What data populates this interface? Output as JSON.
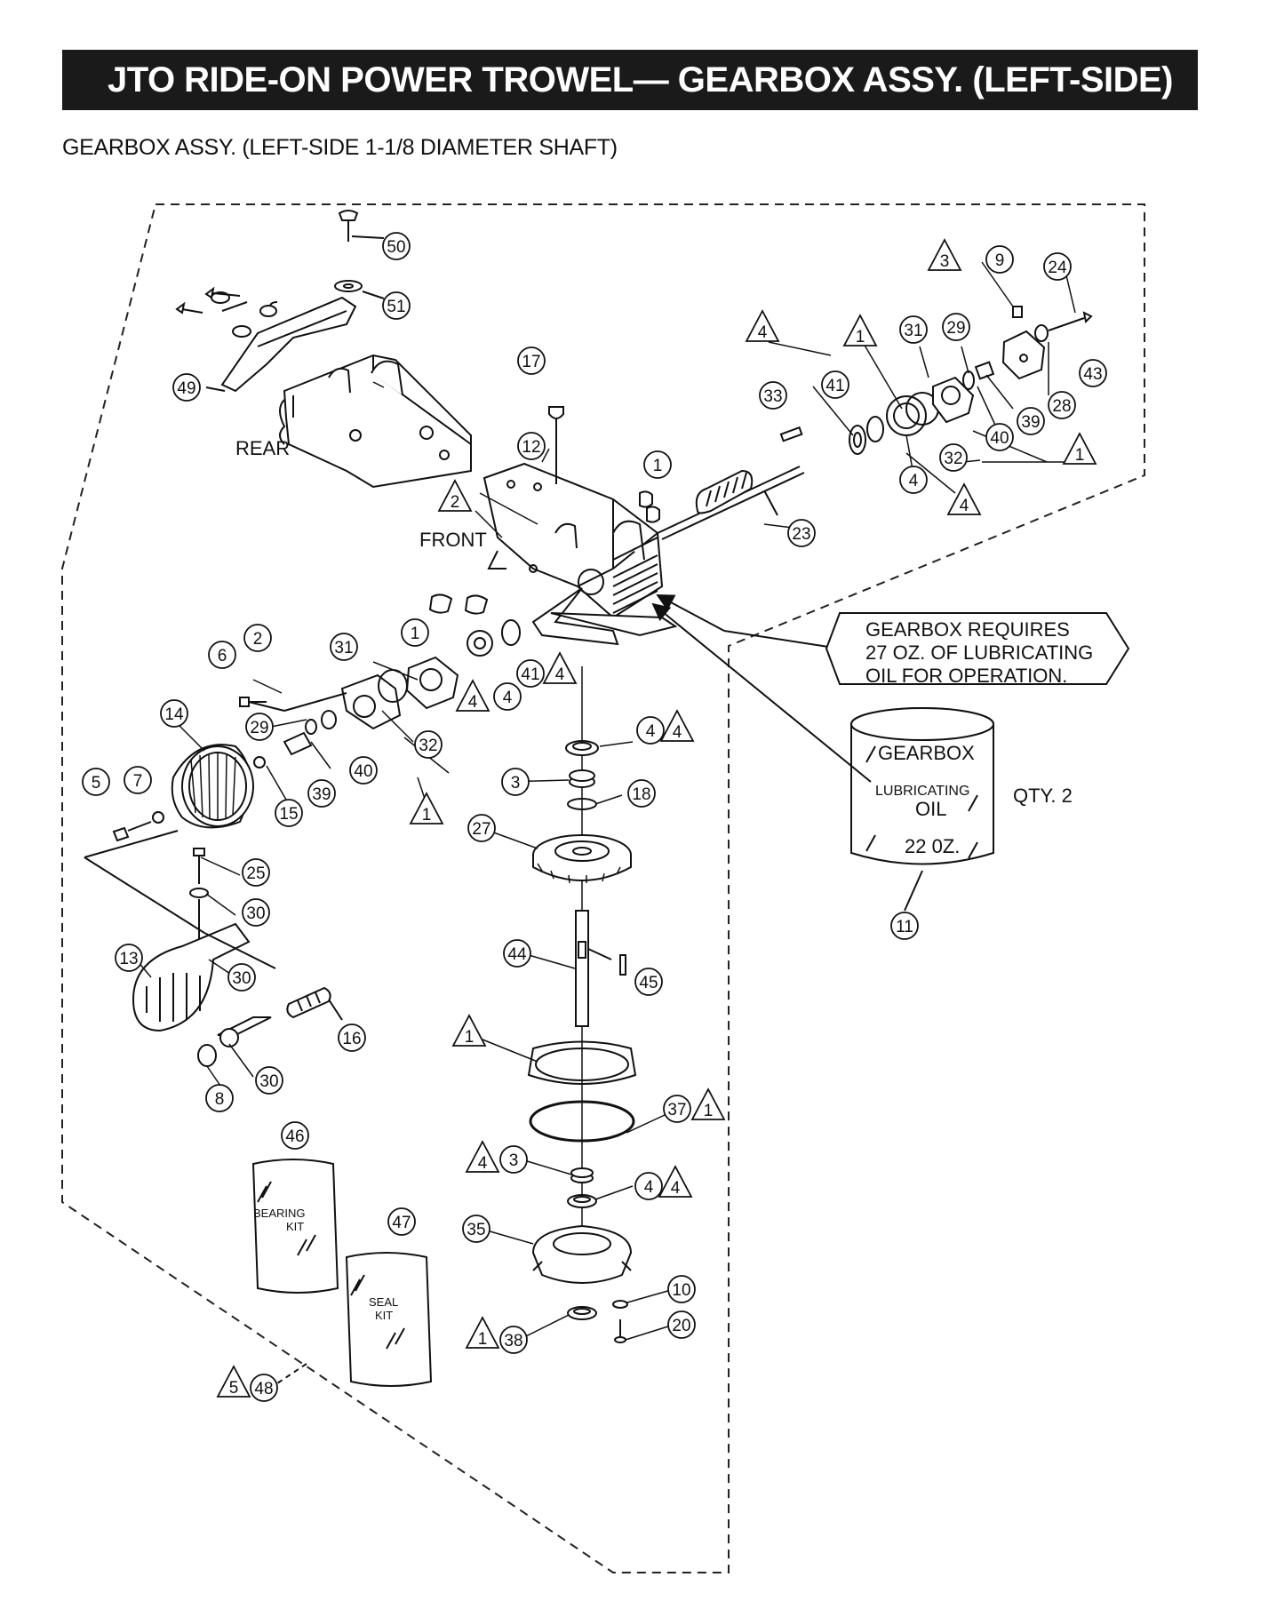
{
  "title": "JTO RIDE-ON POWER TROWEL— GEARBOX  ASSY.  (LEFT-SIDE)",
  "subtitle": "GEARBOX ASSY. (LEFT-SIDE 1-1/8 DIAMETER SHAFT)",
  "labels": {
    "rear": "REAR",
    "front": "FRONT",
    "callout_line1": "GEARBOX REQUIRES",
    "callout_line2": "27 OZ. OF LUBRICATING",
    "callout_line3": "OIL FOR OPERATION.",
    "can_line1": "GEARBOX",
    "can_line2": "LUBRICATING",
    "can_line3": "OIL",
    "can_line4": "22 0Z.",
    "qty": "QTY. 2",
    "bearing_kit_1": "BEARING",
    "bearing_kit_2": "KIT",
    "seal_kit_1": "SEAL",
    "seal_kit_2": "KIT"
  },
  "part_numbers": [
    "50",
    "51",
    "49",
    "17",
    "12",
    "1",
    "9",
    "24",
    "3",
    "31",
    "29",
    "4",
    "1",
    "33",
    "41",
    "43",
    "28",
    "39",
    "40",
    "32",
    "1",
    "4",
    "4",
    "23",
    "2",
    "6",
    "2",
    "31",
    "1",
    "4",
    "4",
    "41",
    "4",
    "14",
    "29",
    "32",
    "40",
    "1",
    "5",
    "7",
    "39",
    "15",
    "4",
    "4",
    "3",
    "18",
    "27",
    "25",
    "30",
    "13",
    "30",
    "16",
    "30",
    "8",
    "44",
    "45",
    "1",
    "37",
    "1",
    "4",
    "3",
    "4",
    "4",
    "46",
    "47",
    "35",
    "10",
    "20",
    "1",
    "38",
    "5",
    "48",
    "11"
  ],
  "colors": {
    "title_bg": "#1a1a1a",
    "ink": "#111111",
    "paper": "#ffffff"
  }
}
